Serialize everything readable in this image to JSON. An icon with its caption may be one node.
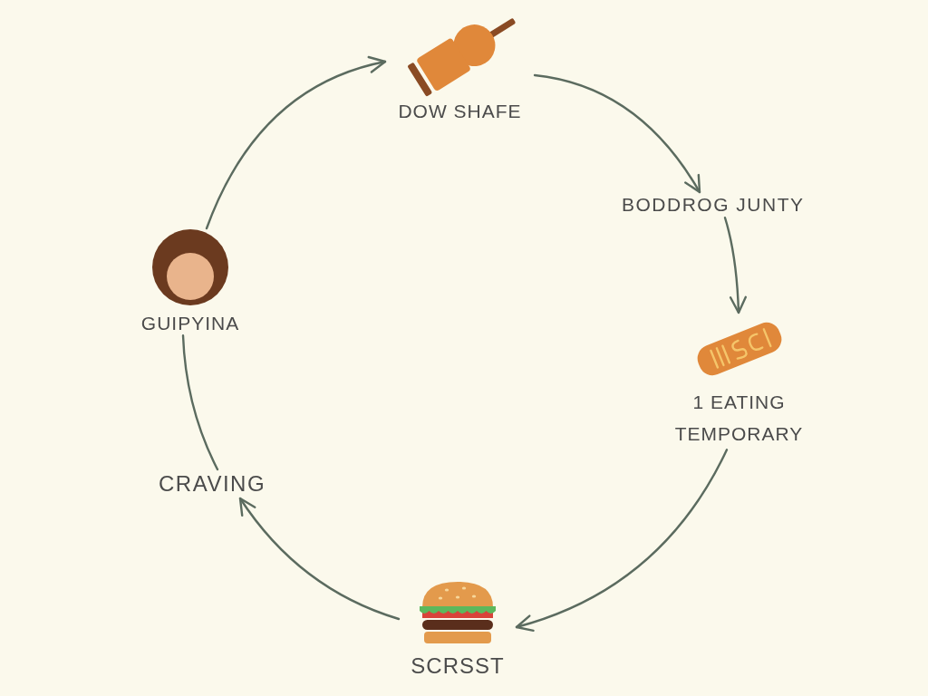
{
  "diagram": {
    "nodes": [
      {
        "text": [
          "DOW SHAFE"
        ]
      },
      {
        "text": [
          "BODDROG JUNTY"
        ]
      },
      {
        "text": [
          "1 EATING TEMPORARY"
        ]
      },
      {
        "text": [
          "SCRSST"
        ]
      },
      {
        "text": [
          "CRAVING"
        ]
      },
      {
        "text": [
          "GUIPYINA"
        ]
      }
    ],
    "edges": [
      {
        "from": 5,
        "to": 0,
        "arrow": "to"
      },
      {
        "from": 0,
        "to": 1,
        "arrow": "to"
      },
      {
        "from": 1,
        "to": 2,
        "arrow": "to"
      },
      {
        "from": 2,
        "to": 3,
        "arrow": "to"
      },
      {
        "from": 3,
        "to": 4,
        "arrow": "to"
      },
      {
        "from": 4,
        "to": 5,
        "arrow": "none"
      }
    ]
  }
}
